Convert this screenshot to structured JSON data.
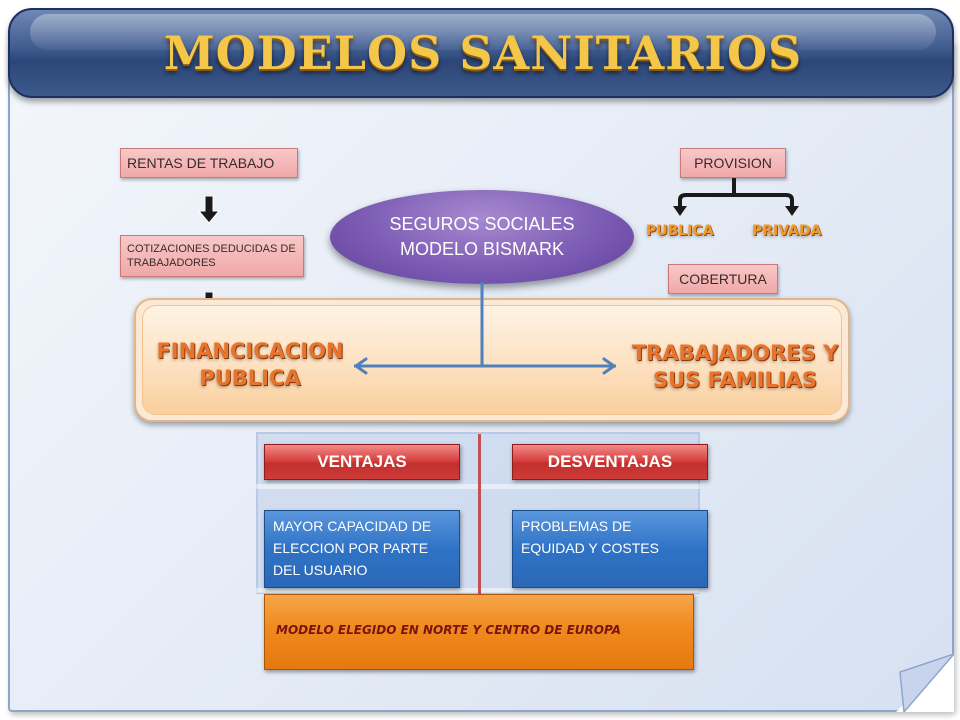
{
  "title": "MODELOS SANITARIOS",
  "rentas_label": "RENTAS DE TRABAJO",
  "cotizaciones_label": "COTIZACIONES DEDUCIDAS DE TRABAJADORES",
  "oval": {
    "line1": "SEGUROS SOCIALES",
    "line2": "MODELO BISMARK"
  },
  "provision_label": "PROVISION",
  "publica_label": "PUBLICA",
  "privada_label": "PRIVADA",
  "cobertura_label": "COBERTURA",
  "financiacion": {
    "line1": "FINANCICACION",
    "line2": "PUBLICA"
  },
  "trabajadores": {
    "line1": "TRABAJADORES Y",
    "line2": "SUS FAMILIAS"
  },
  "ventajas": {
    "header": "VENTAJAS",
    "text": "MAYOR CAPACIDAD DE ELECCION POR PARTE DEL USUARIO"
  },
  "desventajas": {
    "header": "DESVENTAJAS",
    "text": "PROBLEMAS DE EQUIDAD Y COSTES"
  },
  "conclusion": "MODELO ELEGIDO EN NORTE Y CENTRO DE EUROPA",
  "colors": {
    "title": "#f4c64a",
    "banner": "#3f5b8f",
    "oval": "#7c5cb4",
    "red_header": "#d9423f",
    "blue_box": "#2f73c6",
    "orange_bar": "#f08a1e"
  }
}
